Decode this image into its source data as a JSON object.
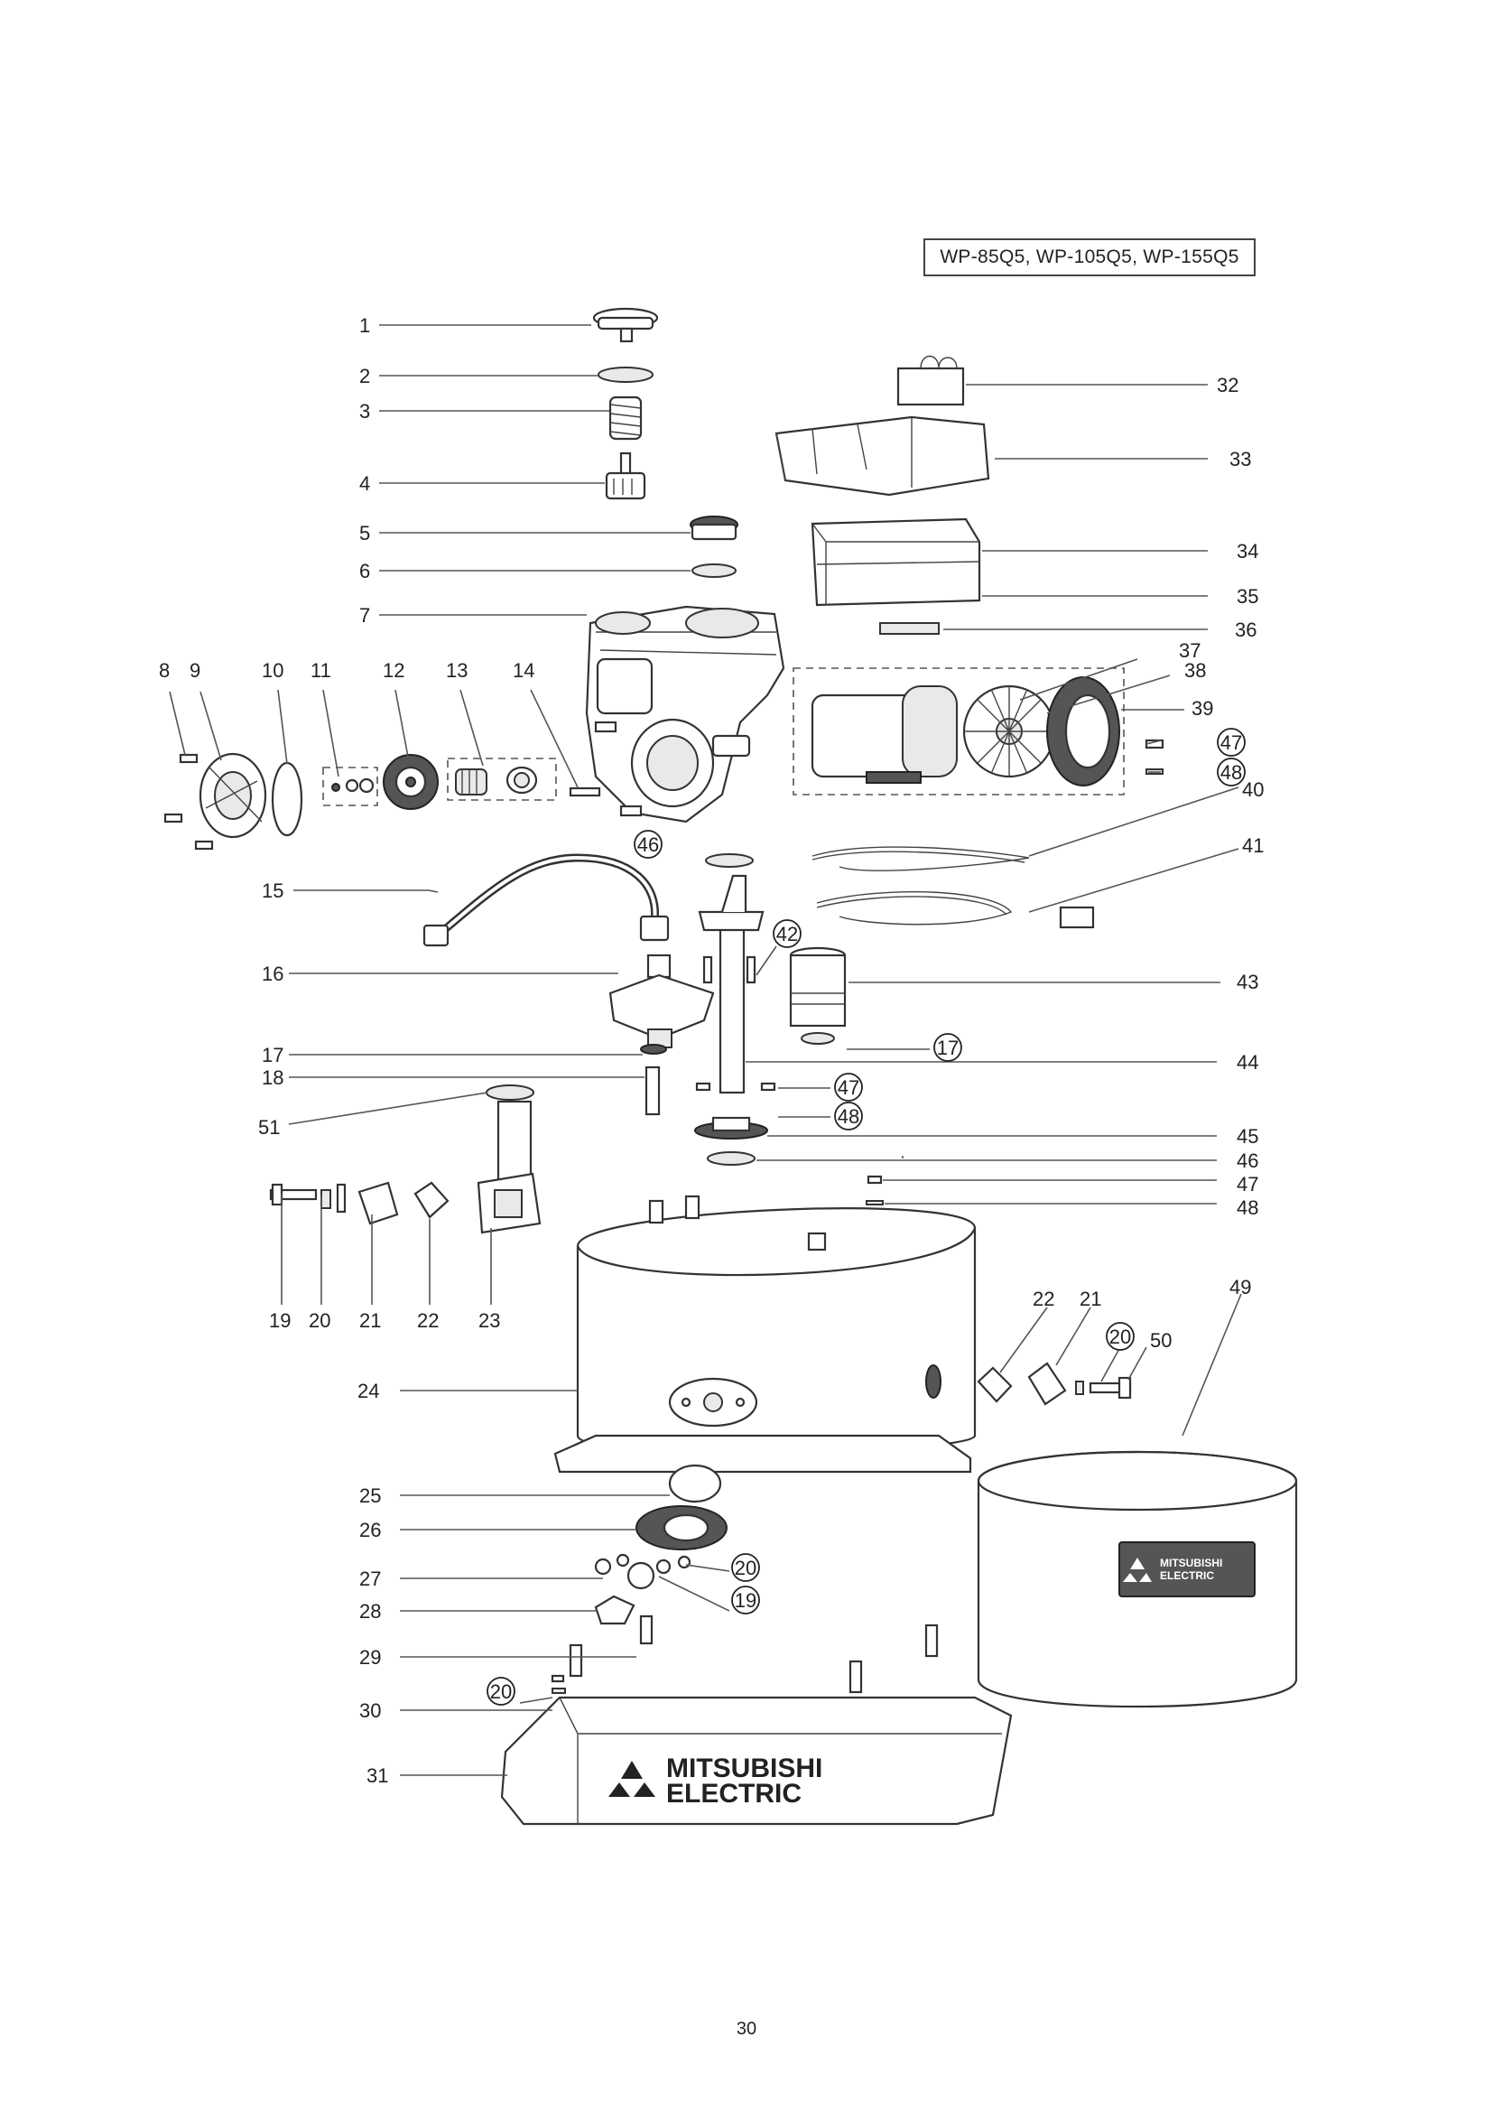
{
  "header": {
    "model_numbers": "WP-85Q5, WP-105Q5, WP-155Q5"
  },
  "parts": [
    {
      "id": "p1",
      "number": "1"
    },
    {
      "id": "p2",
      "number": "2"
    },
    {
      "id": "p3",
      "number": "3"
    },
    {
      "id": "p4",
      "number": "4"
    },
    {
      "id": "p5",
      "number": "5"
    },
    {
      "id": "p6",
      "number": "6"
    },
    {
      "id": "p7",
      "number": "7"
    },
    {
      "id": "p8",
      "number": "8"
    },
    {
      "id": "p9",
      "number": "9"
    },
    {
      "id": "p10",
      "number": "10"
    },
    {
      "id": "p11",
      "number": "11"
    },
    {
      "id": "p12",
      "number": "12"
    },
    {
      "id": "p13",
      "number": "13"
    },
    {
      "id": "p14",
      "number": "14"
    },
    {
      "id": "p15",
      "number": "15"
    },
    {
      "id": "p16",
      "number": "16"
    },
    {
      "id": "p17a",
      "number": "17"
    },
    {
      "id": "p18",
      "number": "18"
    },
    {
      "id": "p51",
      "number": "51"
    },
    {
      "id": "p19a",
      "number": "19"
    },
    {
      "id": "p20a",
      "number": "20"
    },
    {
      "id": "p21a",
      "number": "21"
    },
    {
      "id": "p22a",
      "number": "22"
    },
    {
      "id": "p23",
      "number": "23"
    },
    {
      "id": "p24",
      "number": "24"
    },
    {
      "id": "p25",
      "number": "25"
    },
    {
      "id": "p26",
      "number": "26"
    },
    {
      "id": "p27",
      "number": "27"
    },
    {
      "id": "p28",
      "number": "28"
    },
    {
      "id": "p29",
      "number": "29"
    },
    {
      "id": "p30",
      "number": "30"
    },
    {
      "id": "p31",
      "number": "31"
    },
    {
      "id": "p32",
      "number": "32"
    },
    {
      "id": "p33",
      "number": "33"
    },
    {
      "id": "p34",
      "number": "34"
    },
    {
      "id": "p35",
      "number": "35"
    },
    {
      "id": "p36",
      "number": "36"
    },
    {
      "id": "p37",
      "number": "37"
    },
    {
      "id": "p38",
      "number": "38"
    },
    {
      "id": "p39",
      "number": "39"
    },
    {
      "id": "p40",
      "number": "40"
    },
    {
      "id": "p41",
      "number": "41"
    },
    {
      "id": "p43",
      "number": "43"
    },
    {
      "id": "p44",
      "number": "44"
    },
    {
      "id": "p45",
      "number": "45"
    },
    {
      "id": "p46b",
      "number": "46"
    },
    {
      "id": "p47c",
      "number": "47"
    },
    {
      "id": "p48c",
      "number": "48"
    },
    {
      "id": "p49",
      "number": "49"
    },
    {
      "id": "p22b",
      "number": "22"
    },
    {
      "id": "p21b",
      "number": "21"
    },
    {
      "id": "p50",
      "number": "50"
    }
  ],
  "circled_parts": [
    {
      "id": "c47a",
      "number": "47"
    },
    {
      "id": "c48a",
      "number": "48"
    },
    {
      "id": "c46a",
      "number": "46"
    },
    {
      "id": "c42",
      "number": "42"
    },
    {
      "id": "c17b",
      "number": "17"
    },
    {
      "id": "c47b",
      "number": "47"
    },
    {
      "id": "c48b",
      "number": "48"
    },
    {
      "id": "c20b",
      "number": "20"
    },
    {
      "id": "c20c",
      "number": "20"
    },
    {
      "id": "c19b",
      "number": "19"
    },
    {
      "id": "c20d",
      "number": "20"
    }
  ],
  "brand": {
    "base_line1": "MITSUBISHI",
    "base_line2": "ELECTRIC",
    "cover_line1": "MITSUBISHI",
    "cover_line2": "ELECTRIC"
  },
  "footer": {
    "page_number": "30"
  }
}
